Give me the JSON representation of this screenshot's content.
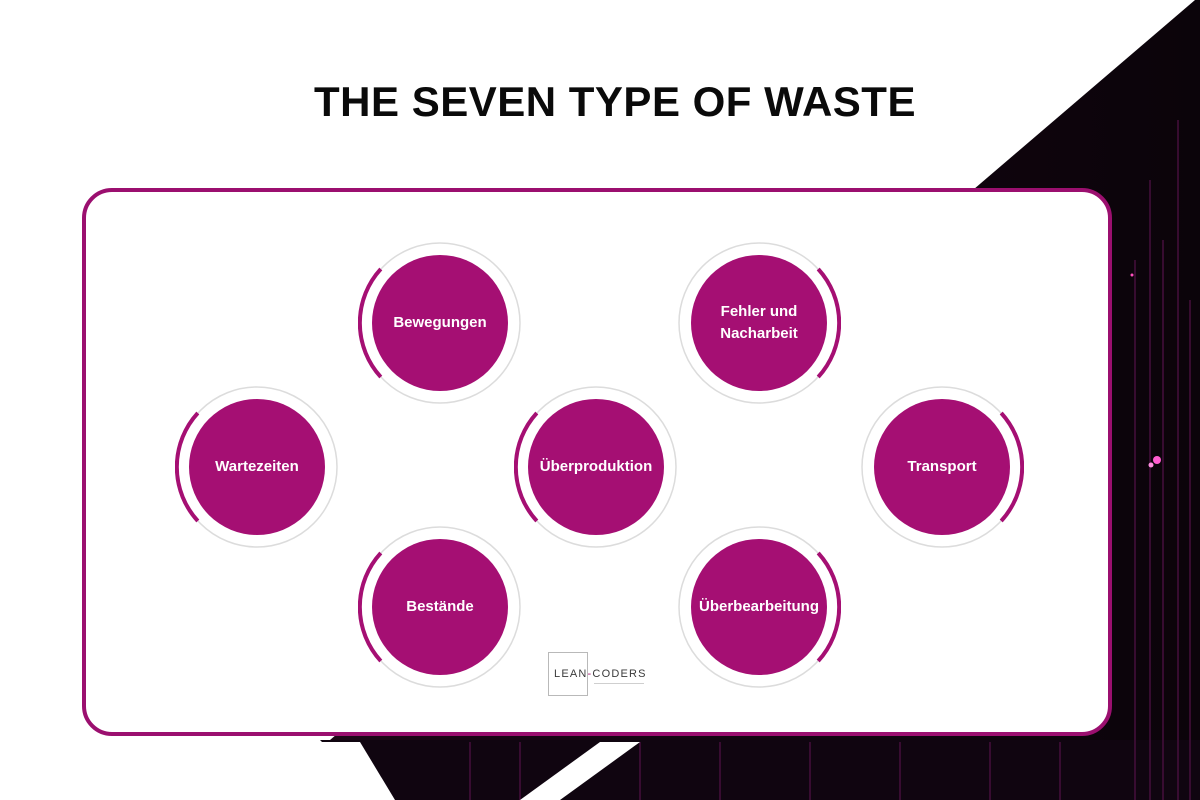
{
  "title": "THE SEVEN TYPE OF WASTE",
  "colors": {
    "accent": "#a50f73",
    "circle": "#a50f73",
    "card_border": "#9b0f6f",
    "background_dark": "#120610"
  },
  "nodes": [
    {
      "id": "bewegungen",
      "label": "Bewegungen"
    },
    {
      "id": "fehler",
      "label": "Fehler und\nNacharbeit"
    },
    {
      "id": "wartezeiten",
      "label": "Wartezeiten"
    },
    {
      "id": "ueberproduktion",
      "label": "Überproduktion"
    },
    {
      "id": "transport",
      "label": "Transport"
    },
    {
      "id": "bestaende",
      "label": "Bestände"
    },
    {
      "id": "ueberbearbeitung",
      "label": "Überbearbeitung"
    }
  ],
  "logo": {
    "left": "LEAN",
    "sep": "-",
    "right": "CODERS"
  }
}
